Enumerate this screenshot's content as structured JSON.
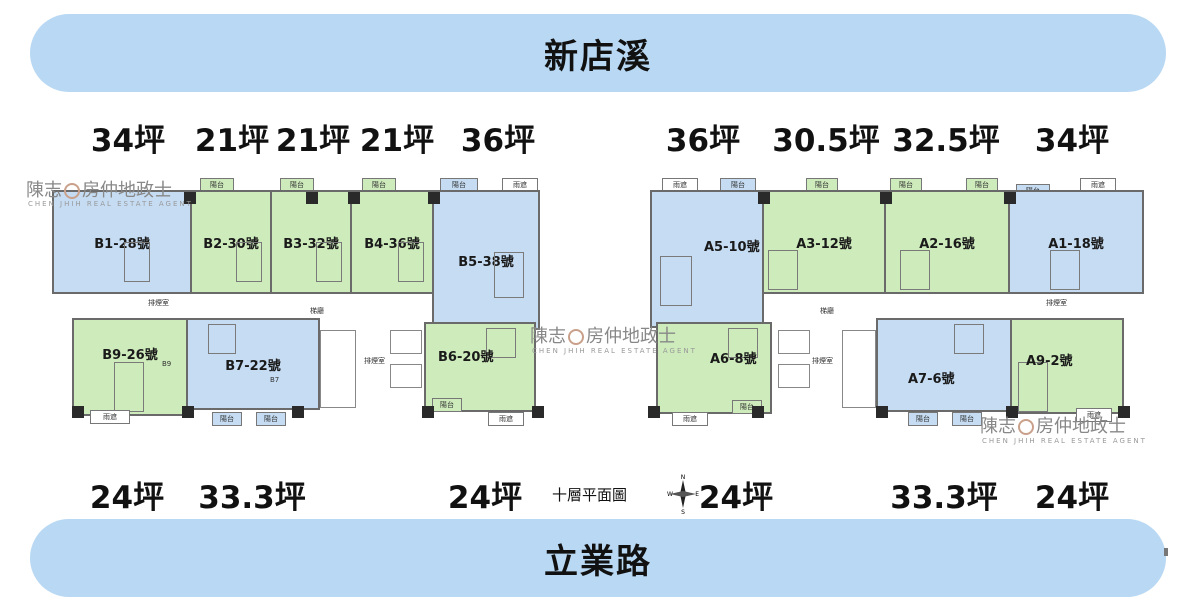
{
  "roads": {
    "top": "新店溪",
    "bottom": "立業路"
  },
  "areas_top": [
    "34坪",
    "21坪",
    "21坪",
    "21坪",
    "36坪",
    "36坪",
    "30.5坪",
    "32.5坪",
    "34坪"
  ],
  "areas_bottom": [
    "24坪",
    "33.3坪",
    "24坪",
    "24坪",
    "33.3坪",
    "24坪"
  ],
  "units_left": {
    "b1": "B1-28號",
    "b2": "B2-30號",
    "b3": "B3-32號",
    "b4": "B4-36號",
    "b5": "B5-38號",
    "b9": "B9-26號",
    "b7": "B7-22號",
    "b6": "B6-20號"
  },
  "units_right": {
    "a5": "A5-10號",
    "a3": "A3-12號",
    "a2": "A2-16號",
    "a1": "A1-18號",
    "a6": "A6-8號",
    "a7": "A7-6號",
    "a9": "A9-2號"
  },
  "room_labels": {
    "balcony": "陽台",
    "rain_shelter": "雨遮",
    "smoke_room": "排煙室",
    "stairs": "梯廳",
    "b9_tag": "B9",
    "b7_tag": "B7"
  },
  "floor_title": "十層平面圖",
  "watermark": {
    "name": "陳志",
    "name2": "房仲地政士",
    "sub": "CHEN JHIH    REAL ESTATE AGENT"
  },
  "compass": {
    "n": "N",
    "e": "E",
    "s": "S",
    "w": "W"
  },
  "colors": {
    "road": "#b8d8f3",
    "blue_unit": "#c5dcf3",
    "green_unit": "#cdebbb"
  }
}
